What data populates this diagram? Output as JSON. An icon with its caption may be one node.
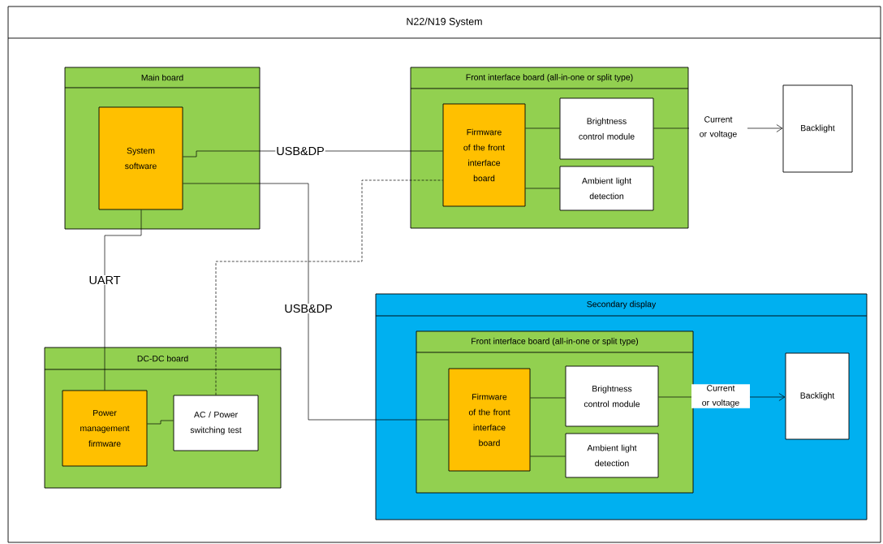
{
  "diagram": {
    "nodes": [
      {
        "text": [
          "N22/N19 System"
        ]
      },
      {
        "text": [
          "Main board"
        ],
        "in": 0
      },
      {
        "text": [
          "System software"
        ],
        "in": 1
      },
      {
        "text": [
          "Front interface board (all-in-one or split type)"
        ],
        "in": 0
      },
      {
        "text": [
          "Firmware of the front interface board"
        ],
        "in": 3
      },
      {
        "text": [
          "Brightness control module"
        ],
        "in": 3
      },
      {
        "text": [
          "Ambient light detection"
        ],
        "in": 3
      },
      {
        "text": [
          "Backlight"
        ],
        "in": 0
      },
      {
        "text": [
          "DC-DC board"
        ],
        "in": 0
      },
      {
        "text": [
          "Power management firmware"
        ],
        "in": 8
      },
      {
        "text": [
          "AC / Power switching test"
        ],
        "in": 8
      },
      {
        "text": [
          "Secondary display"
        ],
        "in": 0
      },
      {
        "text": [
          "Front interface board (all-in-one or split type)"
        ],
        "in": 11
      },
      {
        "text": [
          "Firmware of the front interface board"
        ],
        "in": 12
      },
      {
        "text": [
          "Brightness control module"
        ],
        "in": 12
      },
      {
        "text": [
          "Ambient light detection"
        ],
        "in": 12
      },
      {
        "text": [
          "Backlight"
        ],
        "in": 11
      }
    ],
    "edges": [
      {
        "from": 2,
        "to": 4,
        "arrow": "none",
        "label": "USB&DP"
      },
      {
        "from": 2,
        "to": 13,
        "arrow": "none",
        "label": "USB&DP"
      },
      {
        "from": 2,
        "to": 9,
        "arrow": "none",
        "label": "UART"
      },
      {
        "from": 10,
        "to": 4,
        "arrow": "none",
        "style": "dashed"
      },
      {
        "from": 9,
        "to": 10,
        "arrow": "none"
      },
      {
        "from": 4,
        "to": 5,
        "arrow": "none"
      },
      {
        "from": 4,
        "to": 6,
        "arrow": "none"
      },
      {
        "from": 5,
        "to": 7,
        "arrow": "to",
        "label": "Current or voltage"
      },
      {
        "from": 13,
        "to": 14,
        "arrow": "none"
      },
      {
        "from": 13,
        "to": 15,
        "arrow": "none"
      },
      {
        "from": 14,
        "to": 16,
        "arrow": "to",
        "label": "Current or voltage"
      }
    ]
  }
}
